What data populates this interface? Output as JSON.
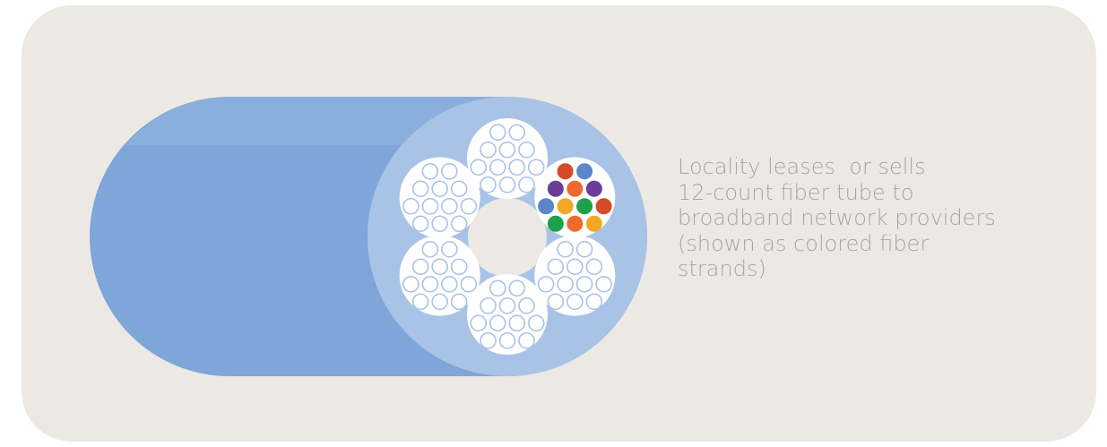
{
  "caption": {
    "lines": [
      "Locality leases  or sells",
      "12-count fiber tube to",
      "broadband network providers",
      "(shown as colored fiber",
      "strands)"
    ]
  },
  "colors": {
    "panel_background": "#ece9e4",
    "cable_sheath": "#7fa6d9",
    "cable_sheath_highlight": "#8fb1de",
    "cable_end_face": "#a9c3e7",
    "tube_fill": "#ffffff",
    "empty_strand_outline": "#a9c3e7",
    "caption_text": "#a6a6a6"
  },
  "diagram": {
    "tube_count": 6,
    "strands_per_tube": 12,
    "highlighted_tube": "upper-right",
    "highlighted_strand_colors": [
      "#d64a2a",
      "#5b86c9",
      "#6a3d97",
      "#ef6a2d",
      "#6a3d97",
      "#5b86c9",
      "#f5a623",
      "#1fa04a",
      "#d64a2a",
      "#1fa04a",
      "#ef6a2d",
      "#f5a623"
    ]
  }
}
